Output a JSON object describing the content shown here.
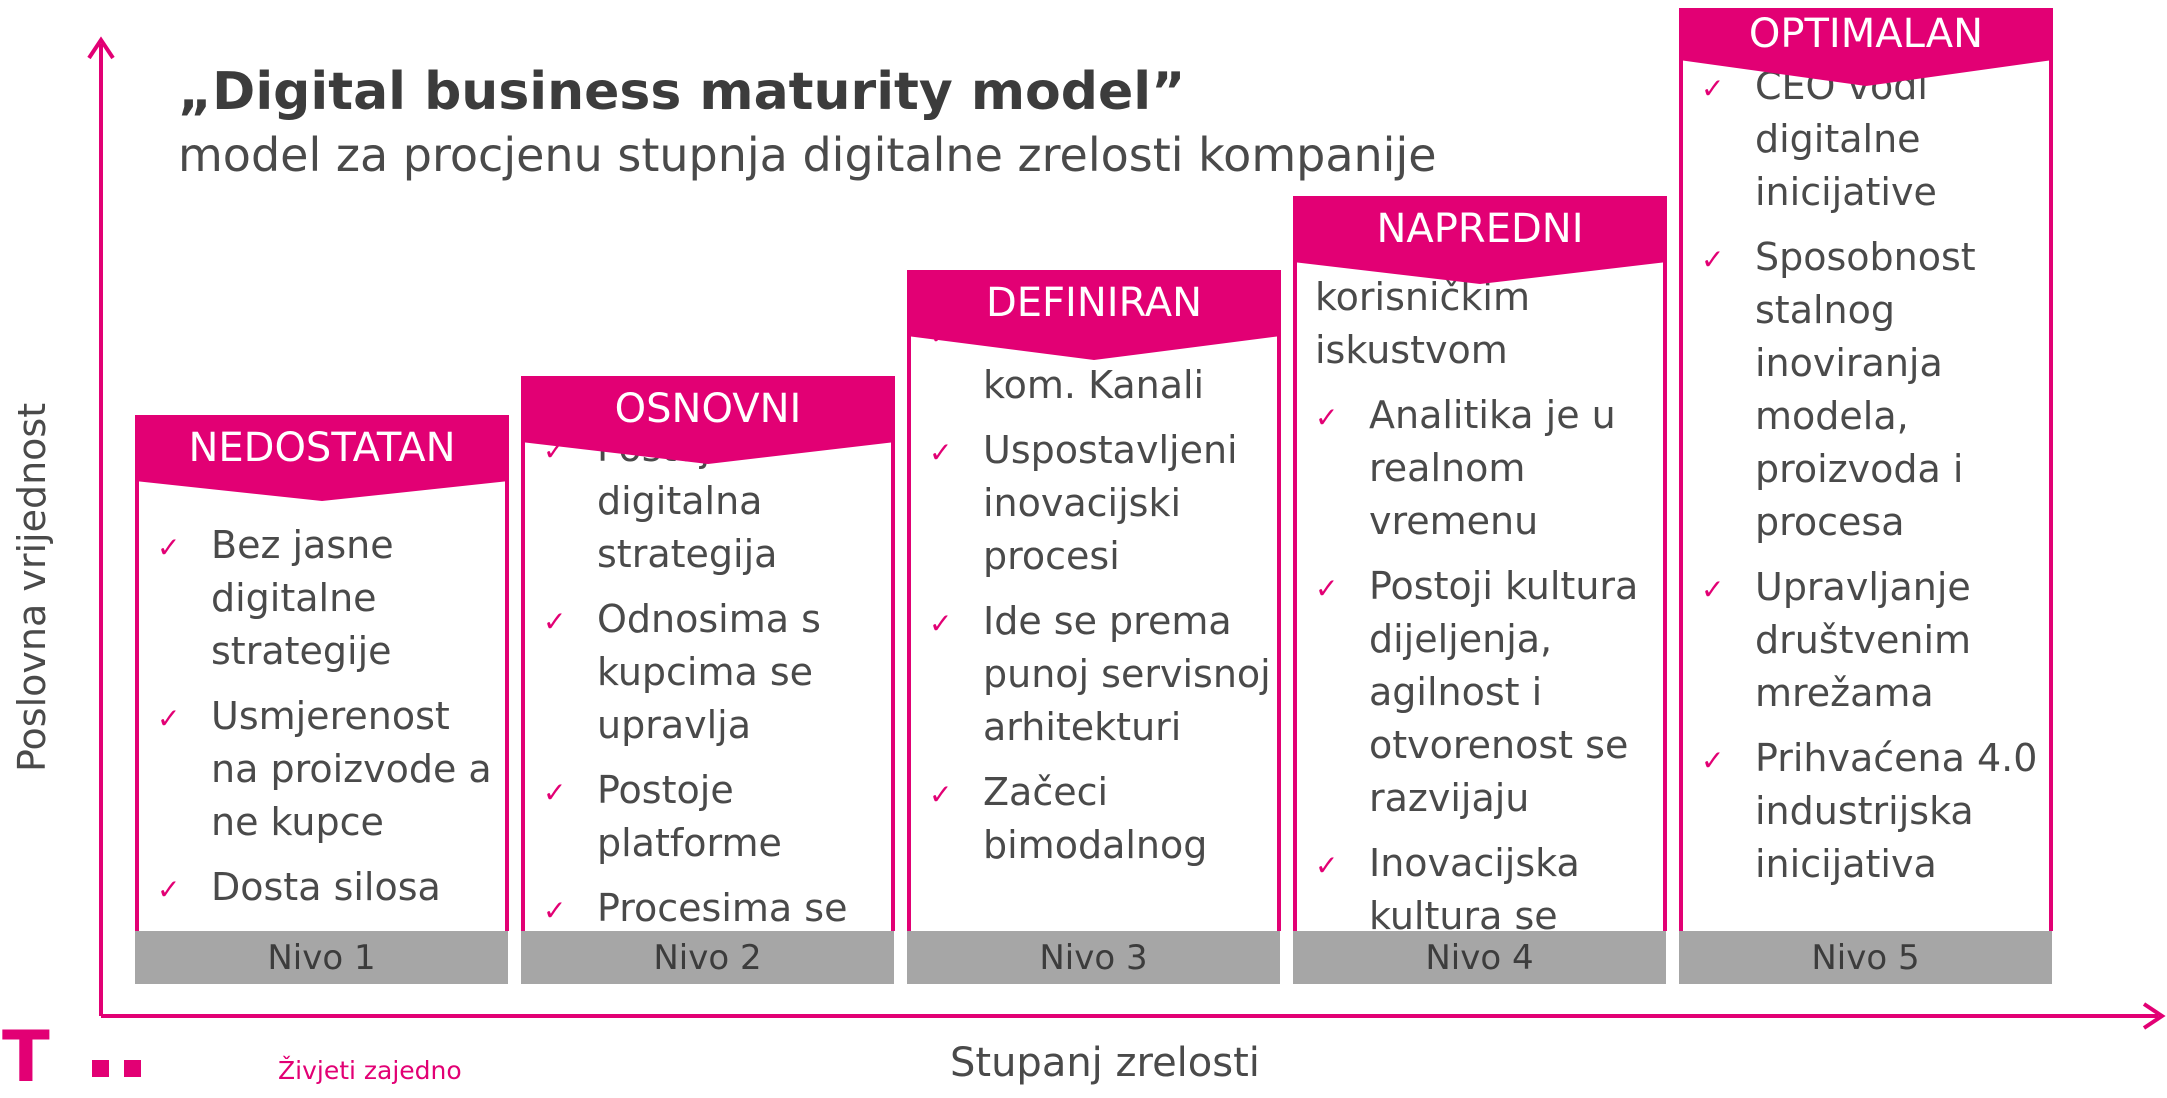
{
  "title": "„Digital business maturity model”",
  "subtitle": "model za procjenu stupnja digitalne zrelosti kompanije",
  "y_axis_label": "Poslovna vrijednost",
  "x_axis_label": "Stupanj zrelosti",
  "slogan": "Živjeti zajedno",
  "logo": "T",
  "colors": {
    "accent": "#e20074",
    "nivo_bar": "#a6a6a6",
    "text": "#4a4a4a"
  },
  "check_icon": "✓",
  "levels": [
    {
      "banner": "NEDOSTATAN",
      "nivo": "Nivo 1",
      "pre_text": "",
      "items": [
        "Bez jasne digitalne strategije",
        " Usmjerenost na proizvode a ne kupce",
        "Dosta silosa"
      ]
    },
    {
      "banner": "OSNOVNI",
      "nivo": "Nivo 2",
      "pre_text": "",
      "items": [
        "Postoji digitalna strategija",
        "Odnosima s kupcima se upravlja",
        "Postoje platforme",
        "Procesima se"
      ]
    },
    {
      "banner": "DEFINIRAN",
      "nivo": "Nivo 3",
      "pre_text": "",
      "items": [
        "Integrirani kom. Kanali",
        "Uspostavljeni inovacijski procesi",
        "Ide se prema punoj servisnoj arhitekturi",
        "Začeci bimodalnog"
      ]
    },
    {
      "banner": "NAPREDNI",
      "nivo": "Nivo 4",
      "pre_text": "korisničkim iskustvom",
      "items": [
        "Analitika je u realnom vremenu",
        "Postoji kultura dijeljenja, agilnost i otvorenost se razvijaju",
        "Inovacijska kultura se"
      ]
    },
    {
      "banner": "OPTIMALAN",
      "nivo": "Nivo 5",
      "pre_text": "",
      "items": [
        "CEO vodi digitalne inicijative",
        "Sposobnost stalnog inoviranja modela, proizvoda i procesa",
        "Upravljanje društvenim mrežama",
        "Prihvaćena 4.0 industrijska inicijativa"
      ]
    }
  ]
}
